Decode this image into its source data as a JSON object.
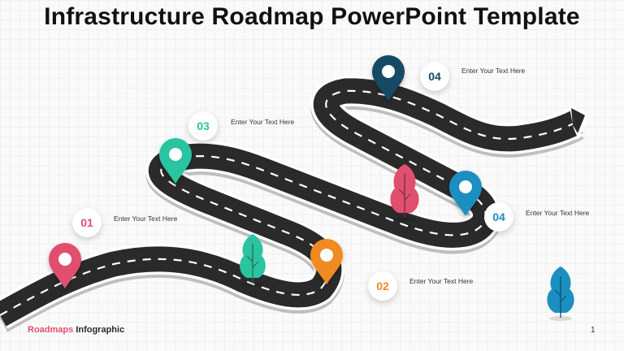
{
  "slide": {
    "title": "Infrastructure Roadmap PowerPoint Template",
    "page_number": "1"
  },
  "footer": {
    "brand_part1": "Roadmaps",
    "brand_part2": " Infographic"
  },
  "milestones": [
    {
      "number": "01",
      "text": "Enter Your Text Here",
      "color": "#e0506e"
    },
    {
      "number": "02",
      "text": "Enter Your Text Here",
      "color": "#f08a24"
    },
    {
      "number": "03",
      "text": "Enter Your Text Here",
      "color": "#2cc4a0"
    },
    {
      "number": "04",
      "text": "Enter Your Text Here",
      "color": "#1b8fc2"
    },
    {
      "number": "04",
      "text": "Enter Your Text Here",
      "color": "#124a66"
    }
  ],
  "trees": [
    {
      "color": "#e0506e"
    },
    {
      "color": "#2cc4a0"
    },
    {
      "color": "#1b8fc2"
    }
  ],
  "colors": {
    "road": "#2a2a2a",
    "road_edge": "#ffffff",
    "road_shadow": "#8e8e8e",
    "lane": "#ffffff"
  }
}
